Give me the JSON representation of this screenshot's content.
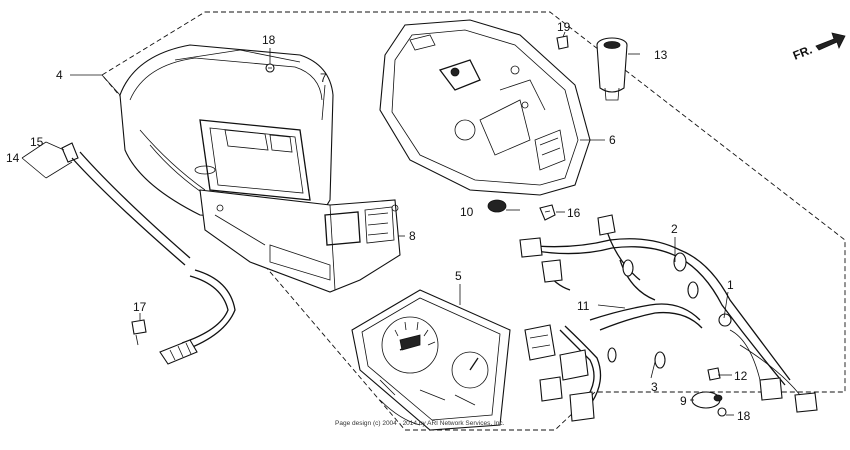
{
  "direction_label": "FR.",
  "copyright": "Page design (c) 2004 - 2014 by ARI Network Services, Inc.",
  "callouts": {
    "c1": "1",
    "c2": "2",
    "c3": "3",
    "c4": "4",
    "c5": "5",
    "c6": "6",
    "c7": "7",
    "c8": "8",
    "c9": "9",
    "c10": "10",
    "c11": "11",
    "c12": "12",
    "c13": "13",
    "c14": "14",
    "c15": "15",
    "c16": "16",
    "c17": "17",
    "c18a": "18",
    "c18b": "18",
    "c19": "19"
  },
  "icons": {
    "direction_arrow": "arrow-right-icon"
  }
}
